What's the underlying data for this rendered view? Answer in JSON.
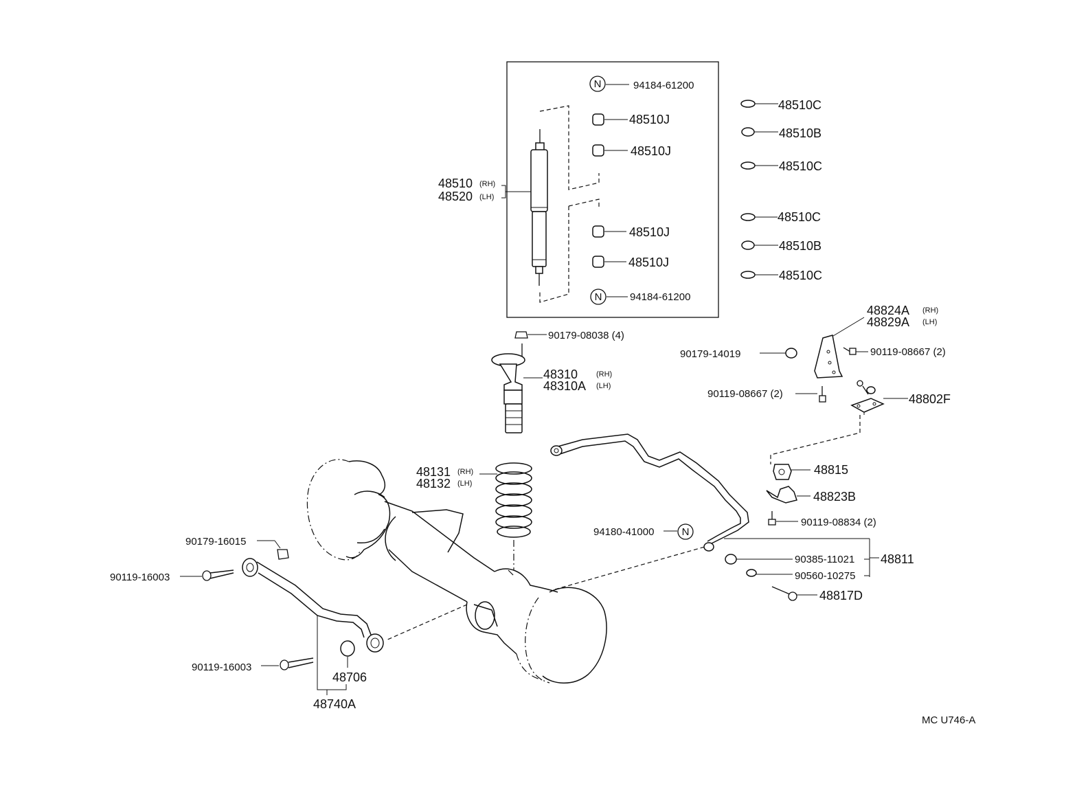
{
  "labels": {
    "nut_top": "94184-61200",
    "cushion_1": "48510J",
    "cushion_2": "48510J",
    "cushion_3": "48510J",
    "cushion_4": "48510J",
    "nut_bottom": "94184-61200",
    "shock_rh": "48510",
    "shock_rh_side": "(RH)",
    "shock_lh": "48520",
    "shock_lh_side": "(LH)",
    "retainer_1": "48510C",
    "retainer_2": "48510B",
    "retainer_3": "48510C",
    "retainer_4": "48510C",
    "retainer_5": "48510B",
    "retainer_6": "48510C",
    "nut_seat": "90179-08038 (4)",
    "bumper_rh": "48310",
    "bumper_rh_side": "(RH)",
    "bumper_lh": "48310A",
    "bumper_lh_side": "(LH)",
    "bracket_rh": "48824A",
    "bracket_rh_side": "(RH)",
    "bracket_lh": "48829A",
    "bracket_lh_side": "(LH)",
    "nut_14019": "90179-14019",
    "bolt_08667_a": "90119-08667 (2)",
    "bolt_08667_b": "90119-08667 (2)",
    "link_48802f": "48802F",
    "bushing_48815": "48815",
    "bracket_48823b": "48823B",
    "bolt_08834": "90119-08834 (2)",
    "spring_rh": "48131",
    "spring_rh_side": "(RH)",
    "spring_lh": "48132",
    "spring_lh_side": "(LH)",
    "nut_41000": "94180-41000",
    "bushing_11021": "90385-11021",
    "cap_10275": "90560-10275",
    "stabilizer_48811": "48811",
    "bolt_48817d": "48817D",
    "nut_16015": "90179-16015",
    "bolt_16003_a": "90119-16003",
    "bolt_16003_b": "90119-16003",
    "bushing_48706": "48706",
    "rod_48740a": "48740A",
    "diagram_code": "MC  U746-A",
    "n_mark": "N"
  }
}
